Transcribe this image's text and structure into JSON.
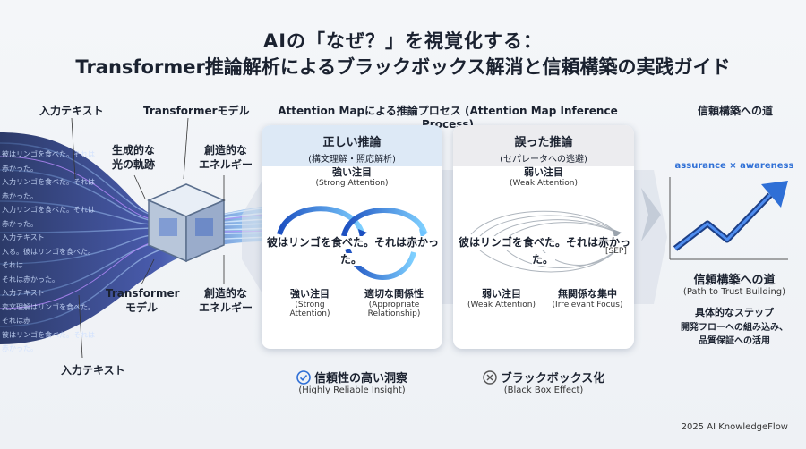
{
  "title": {
    "line1": "AIの「なぜ？」を視覚化する：",
    "line2": "Transformer推論解析によるブラックボックス解消と信頼構築の実践ガイド"
  },
  "left": {
    "input_text_top": "入力テキスト",
    "input_text_bottom": "入力テキスト",
    "model_top": "Transformerモデル",
    "light_path": "生成的な\n光の軌跡",
    "energy_top": "創造的な\nエネルギー",
    "model_bottom": "Transformer\nモデル",
    "energy_bottom": "創造的な\nエネルギー",
    "stream_lines": [
      "彼はリンゴを食べた。それは赤かった。",
      "入力リンゴを食べた。それは赤かった。",
      "入力リンゴを食べた。それは",
      "赤かった。",
      "入力テキスト",
      "入る。彼はリンゴを食べた。それは",
      "それは赤かった。",
      "入力テキスト",
      "変文理解はリンゴを食べた。それは赤",
      "彼はリンゴを食べた。それは赤かった。"
    ]
  },
  "process": {
    "header": "Attention Mapによる推論プロセス (Attention Map Inference Process)",
    "correct": {
      "title": "正しい推論",
      "subtitle": "(構文理解・照応解析)",
      "strong_top": "強い注目",
      "strong_top_en": "(Strong Attention)",
      "sentence": "彼はリンゴを食べた。それは赤かった。",
      "strong_bottom": "強い注目",
      "strong_bottom_en": "(Strong Attention)",
      "relation": "適切な関係性",
      "relation_en": "(Appropriate Relationship)",
      "result": "信頼性の高い洞察",
      "result_en": "(Highly Reliable Insight)"
    },
    "wrong": {
      "title": "誤った推論",
      "subtitle": "(セパレータへの逃避)",
      "weak_top": "弱い注目",
      "weak_top_en": "(Weak Attention)",
      "sentence": "彼はリンゴを食べた。それは赤かった。",
      "sep": "[SEP]",
      "weak_bottom": "弱い注目",
      "weak_bottom_en": "(Weak Attention)",
      "irrelevant": "無関係な集中",
      "irrelevant_en": "(Irrelevant Focus)",
      "result": "ブラックボックス化",
      "result_en": "(Black Box Effect)"
    }
  },
  "right": {
    "header": "信頼構築への道",
    "chart_label": "assurance × awareness",
    "path_title": "信頼構築への道",
    "path_en": "(Path to Trust Building)",
    "steps_title": "具体的なステップ",
    "steps_line1": "開発フローへの組み込み、",
    "steps_line2": "品質保証への活用"
  },
  "footer": "2025 AI KnowledgeFlow",
  "colors": {
    "accent_blue": "#2f6fd6",
    "correct_header": "#dde9f6",
    "wrong_header": "#ececef",
    "arrow_gray": "#c4ccd8"
  }
}
